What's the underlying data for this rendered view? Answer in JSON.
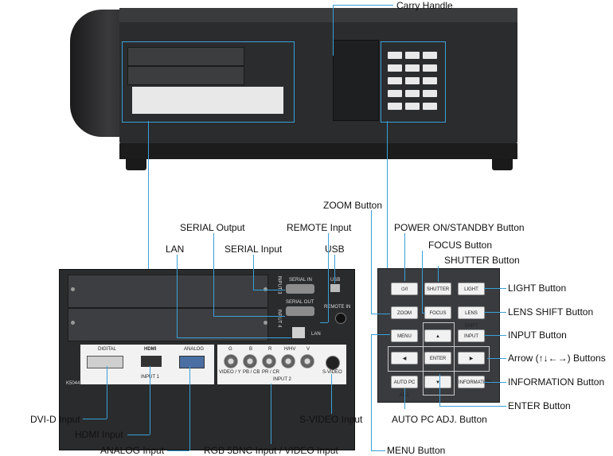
{
  "labels": {
    "carry_handle": "Carry Handle",
    "zoom_button": "ZOOM Button",
    "power_button": "POWER ON/STANDBY Button",
    "serial_output": "SERIAL Output",
    "remote_input": "REMOTE Input",
    "focus_button": "FOCUS Button",
    "lan": "LAN",
    "serial_input": "SERIAL Input",
    "usb": "USB",
    "shutter_button": "SHUTTER Button",
    "light_button": "LIGHT Button",
    "lens_shift_button": "LENS SHIFT Button",
    "input_button": "INPUT Button",
    "arrow_buttons": "Arrow (↑↓←→) Buttons",
    "information_button": "INFORMATION Button",
    "enter_button": "ENTER Button",
    "auto_pc_button": "AUTO PC ADJ. Button",
    "dvi_input": "DVI-D Input",
    "hdmi_input": "HDMI Input",
    "analog_input": "ANALOG Input",
    "rgb_input": "RGB 5BNC Input / VIDEO Input",
    "svideo_input": "S-VIDEO Input",
    "menu_button": "MENU Button"
  },
  "panel": {
    "serial_in": "SERIAL IN",
    "serial_out": "SERIAL OUT",
    "usb": "USB",
    "remote_in": "REMOTE IN",
    "lan": "LAN",
    "input3": "INPUT 3",
    "input4": "INPUT 4",
    "digital": "DIGITAL",
    "hdmi": "HDMI",
    "analog": "ANALOG",
    "input1": "INPUT 1",
    "input2": "INPUT 2",
    "bnc_top": [
      "G",
      "B",
      "R",
      "H/HV",
      "V"
    ],
    "bnc_bottom": [
      "VIDEO / Y",
      "PB / CB",
      "PR / CR",
      "",
      "S-VIDEO"
    ],
    "model": "K5044"
  },
  "control_buttons": {
    "power": "⏻/I",
    "shutter": "SHUTTER",
    "light": "LIGHT",
    "zoom": "ZOOM",
    "focus": "FOCUS",
    "lens_shift": "LENS SHIFT",
    "menu": "MENU",
    "up": "▲",
    "input": "INPUT",
    "left": "◀",
    "enter": "ENTER",
    "right": "▶",
    "auto_pc": "AUTO PC ADJ.",
    "down": "▼",
    "information": "INFORMATION"
  },
  "colors": {
    "callout_line": "#3aa0d8",
    "body": "#2b2c2e"
  }
}
